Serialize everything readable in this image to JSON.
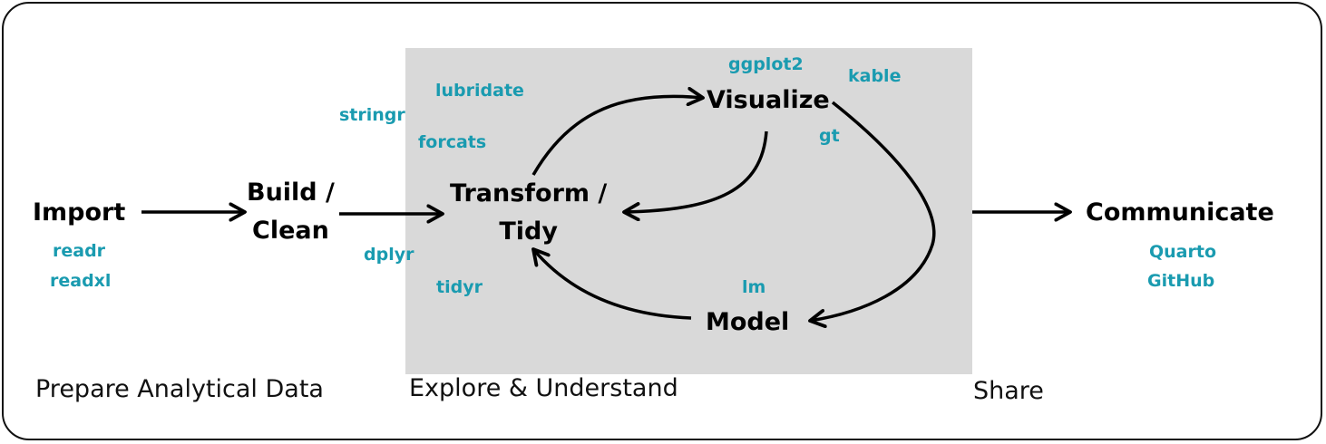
{
  "stages": {
    "import": "Import",
    "build_clean_line1": "Build /",
    "build_clean_line2": "Clean",
    "transform_line1": "Transform /",
    "transform_line2": "Tidy",
    "visualize": "Visualize",
    "model": "Model",
    "communicate": "Communicate"
  },
  "packages": {
    "import": [
      "readr",
      "readxl"
    ],
    "build_clean": [
      "stringr",
      "lubridate",
      "forcats",
      "dplyr",
      "tidyr"
    ],
    "visualize": [
      "ggplot2",
      "kable",
      "gt"
    ],
    "model": [
      "lm"
    ],
    "communicate": [
      "Quarto",
      "GitHub"
    ]
  },
  "phases": {
    "prepare": "Prepare Analytical Data",
    "explore": "Explore & Understand",
    "share": "Share"
  },
  "colors": {
    "package_text": "#1a9bb0",
    "explore_region": "#d9d9d9",
    "stage_text": "#000000"
  }
}
